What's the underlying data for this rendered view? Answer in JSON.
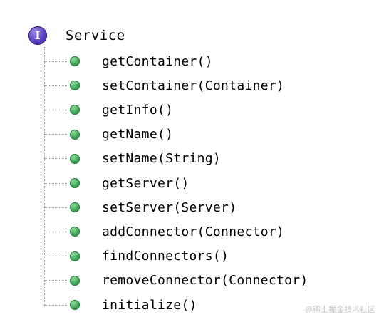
{
  "tree": {
    "root": {
      "label": "Service",
      "icon": "interface-icon",
      "icon_letter": "I",
      "icon_color": "#5b3fc4"
    },
    "method_icon": "public-method-icon",
    "method_icon_color": "#3fa356",
    "methods": [
      "getContainer()",
      "setContainer(Container)",
      "getInfo()",
      "getName()",
      "setName(String)",
      "getServer()",
      "setServer(Server)",
      "addConnector(Connector)",
      "findConnectors()",
      "removeConnector(Connector)",
      "initialize()"
    ]
  },
  "watermark": "@稀土掘金技术社区"
}
